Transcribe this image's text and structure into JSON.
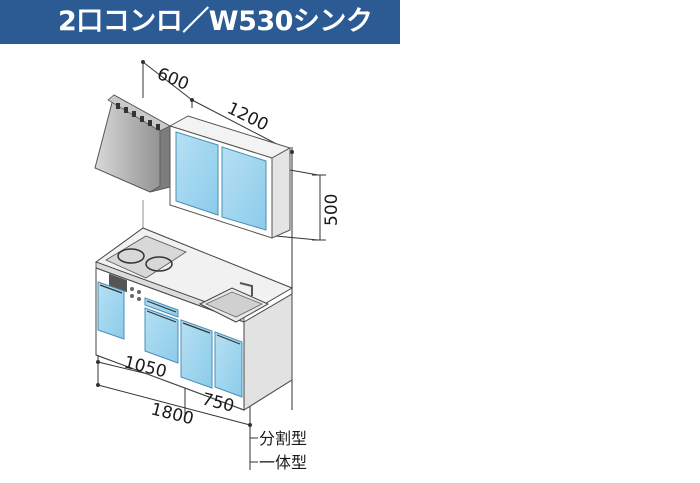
{
  "title": "2口コンロ／W530シンク",
  "dimensions": {
    "hood_width": "600",
    "wall_cabinet_width": "1200",
    "wall_cabinet_height": "500",
    "split_left": "1050",
    "split_right": "750",
    "total_width": "1800"
  },
  "types": {
    "split": "分割型",
    "integrated": "一体型"
  },
  "colors": {
    "banner": "#2c5b94",
    "door": "#9dd4ee",
    "door_edge": "#5aa3c8"
  }
}
